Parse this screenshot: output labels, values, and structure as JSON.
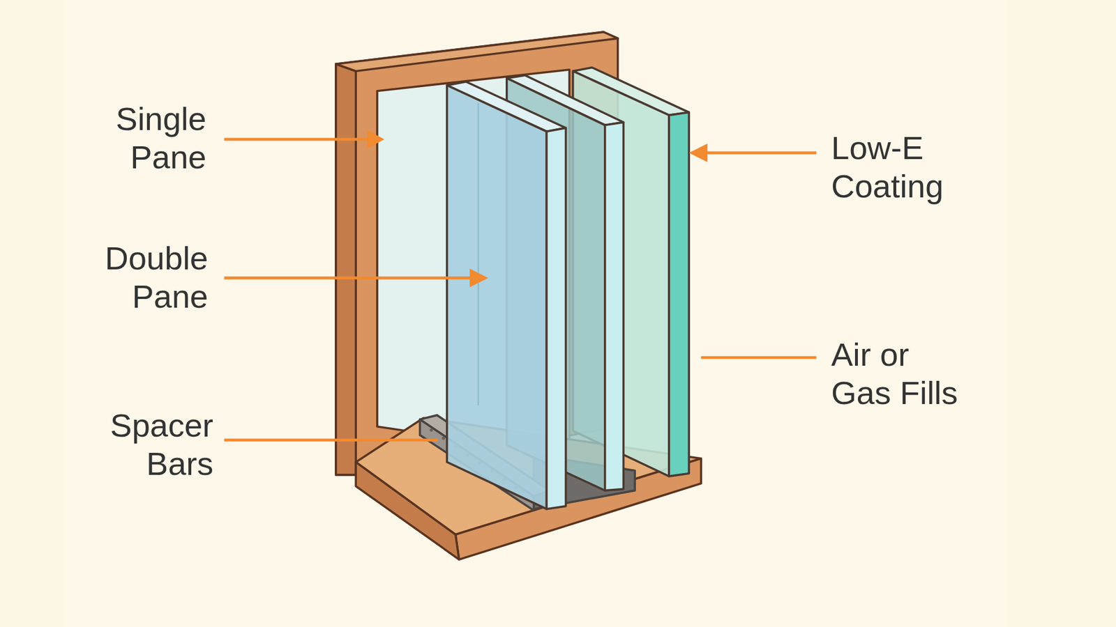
{
  "diagram": {
    "labels": [
      "Single Pane",
      "Double Pane",
      "Spacer Bars",
      "Low-E Coating",
      "Air or Gas Fills"
    ]
  }
}
